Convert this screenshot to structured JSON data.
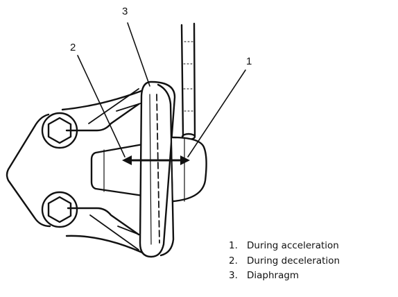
{
  "callouts": {
    "one": "1",
    "two": "2",
    "three": "3"
  },
  "legend": [
    {
      "number": "1.",
      "label": "During acceleration"
    },
    {
      "number": "2.",
      "label": "During deceleration"
    },
    {
      "number": "3.",
      "label": "Diaphragm"
    }
  ],
  "colors": {
    "ink": "#111111",
    "paper": "#ffffff"
  }
}
